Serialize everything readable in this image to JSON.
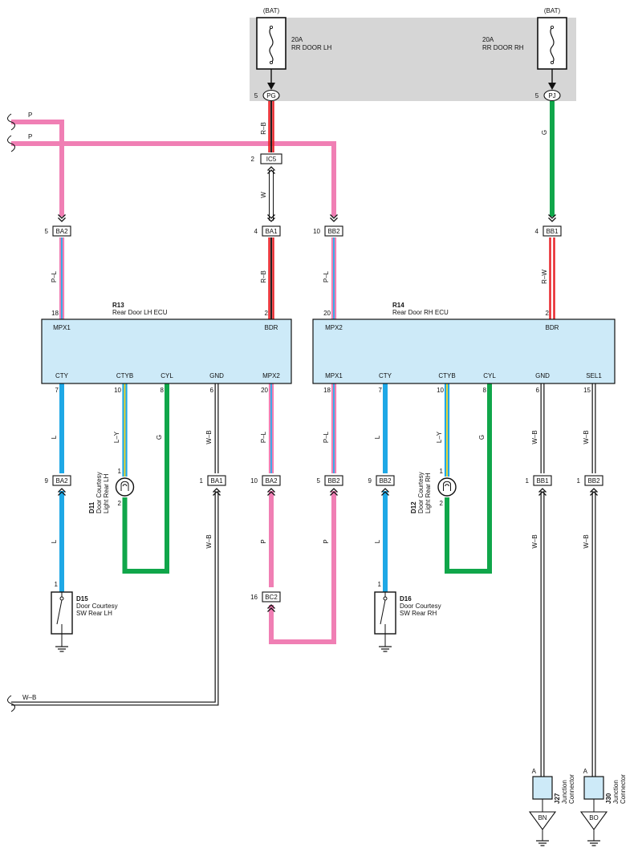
{
  "colors": {
    "pink": "#f07fb4",
    "red": "#e8262b",
    "black": "#222222",
    "green": "#10a64a",
    "blue": "#1ea8e6",
    "yellow": "#f2d21b",
    "white": "#ffffff",
    "ecu_fill": "#cdeaf8",
    "fuse_panel": "#d6d6d6"
  },
  "fuses": [
    {
      "source": "(BAT)",
      "rating": "20A",
      "name": "RR DOOR LH",
      "pin": "5",
      "conn": "PG",
      "wire": "R–B"
    },
    {
      "source": "(BAT)",
      "rating": "20A",
      "name": "RR DOOR RH",
      "pin": "5",
      "conn": "PJ",
      "wire": "G"
    }
  ],
  "inputs": [
    {
      "label": "P"
    },
    {
      "label": "P"
    },
    {
      "label": "W–B"
    }
  ],
  "connectors": [
    {
      "id": "IC5",
      "pin": "2"
    },
    {
      "id": "BA2",
      "pin": "5"
    },
    {
      "id": "BA1",
      "pin": "4"
    },
    {
      "id": "BB2",
      "pin": "10"
    },
    {
      "id": "BB1",
      "pin": "4"
    },
    {
      "id": "BA2",
      "pin": "9"
    },
    {
      "id": "BA1",
      "pin": "1"
    },
    {
      "id": "BA2",
      "pin": "10"
    },
    {
      "id": "BB2",
      "pin": "5"
    },
    {
      "id": "BB2",
      "pin": "9"
    },
    {
      "id": "BB1",
      "pin": "1"
    },
    {
      "id": "BB2",
      "pin": "1"
    },
    {
      "id": "BC2",
      "pin": "16"
    }
  ],
  "wire_labels": [
    "R–B",
    "W",
    "G",
    "P–L",
    "R–B",
    "P–L",
    "R–W",
    "L",
    "L–Y",
    "G",
    "W–B",
    "P–L",
    "P–L",
    "L",
    "L–Y",
    "G",
    "W–B",
    "W–B",
    "L",
    "W–B",
    "P",
    "P",
    "L",
    "W–B",
    "W–B"
  ],
  "ecus": [
    {
      "code": "R13",
      "name": "Rear Door LH ECU",
      "top_pins": [
        {
          "num": "18",
          "label": "MPX1"
        },
        {
          "num": "2",
          "label": "BDR"
        }
      ],
      "bottom_pins": [
        {
          "num": "7",
          "label": "CTY"
        },
        {
          "num": "10",
          "label": "CTYB"
        },
        {
          "num": "8",
          "label": "CYL"
        },
        {
          "num": "6",
          "label": "GND"
        },
        {
          "num": "20",
          "label": "MPX2"
        }
      ]
    },
    {
      "code": "R14",
      "name": "Rear Door RH ECU",
      "top_pins": [
        {
          "num": "20",
          "label": "MPX2"
        },
        {
          "num": "2",
          "label": "BDR"
        }
      ],
      "bottom_pins": [
        {
          "num": "18",
          "label": "MPX1"
        },
        {
          "num": "7",
          "label": "CTY"
        },
        {
          "num": "10",
          "label": "CTYB"
        },
        {
          "num": "8",
          "label": "CYL"
        },
        {
          "num": "6",
          "label": "GND"
        },
        {
          "num": "15",
          "label": "SEL1"
        }
      ]
    }
  ],
  "lamps": [
    {
      "code": "D11",
      "name_line1": "Door Courtesy",
      "name_line2": "Light Rear LH",
      "pin_top": "1",
      "pin_bottom": "2"
    },
    {
      "code": "D12",
      "name_line1": "Door Courtesy",
      "name_line2": "Light Rear RH",
      "pin_top": "1",
      "pin_bottom": "2"
    }
  ],
  "switches": [
    {
      "code": "D15",
      "name_line1": "Door Courtesy",
      "name_line2": "SW Rear LH",
      "pin": "1"
    },
    {
      "code": "D16",
      "name_line1": "Door Courtesy",
      "name_line2": "SW Rear RH",
      "pin": "1"
    }
  ],
  "junctions": [
    {
      "code": "J27",
      "name_line1": "Junction",
      "name_line2": "Connector",
      "pin": "A",
      "ground": "BN"
    },
    {
      "code": "J30",
      "name_line1": "Junction",
      "name_line2": "Connector",
      "pin": "A",
      "ground": "BO"
    }
  ]
}
